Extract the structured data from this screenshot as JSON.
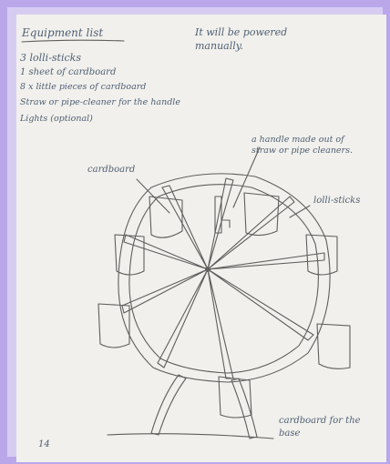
{
  "colors": {
    "frame": "#b9a7ea",
    "paper": "#f1f0ec",
    "pencil": "#5a5a5a",
    "pen": "#4f5f74"
  },
  "list": {
    "title": "Equipment list",
    "items": [
      "3 lolli-sticks",
      "1 sheet of cardboard",
      "8 x little pieces of cardboard",
      "Straw or pipe-cleaner for the handle",
      "Lights (optional)"
    ]
  },
  "notes": {
    "powered": "It will be powered manually.",
    "handle": "a handle made out of straw or pipe cleaners.",
    "cardboard": "cardboard",
    "sticks": "lolli-sticks",
    "base": "cardboard for the base"
  },
  "page_number": "14"
}
